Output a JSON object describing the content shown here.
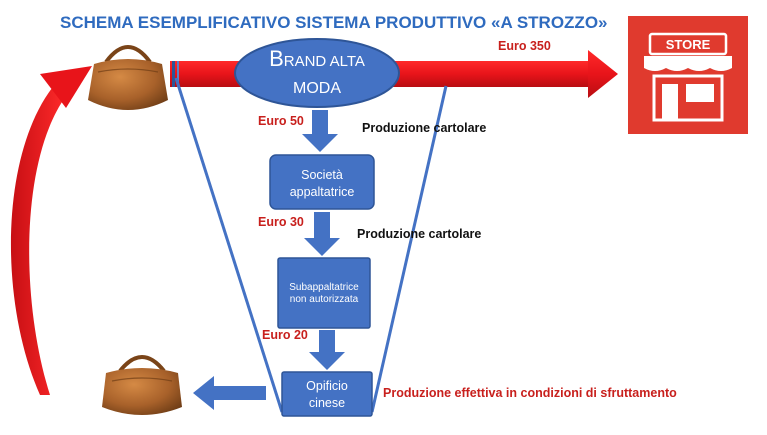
{
  "title": "SCHEMA ESEMPLIFICATIVO SISTEMA PRODUTTIVO «A STROZZO»",
  "brand": {
    "line1_initial": "B",
    "line1_rest": "RAND ALTA",
    "line2": "MODA"
  },
  "retail_price": "Euro 350",
  "store_label": "STORE",
  "levels": [
    {
      "name_lines": [
        "Società",
        "appaltatrice"
      ],
      "price": "Euro 50",
      "activity": "Produzione cartolare"
    },
    {
      "name_lines": [
        "Subappaltatrice",
        "non autorizzata"
      ],
      "price": "Euro 30",
      "activity": "Produzione cartolare"
    },
    {
      "name_lines": [
        "Opificio",
        "cinese"
      ],
      "price": "Euro 20",
      "activity": "Produzione effettiva in condizioni di sfruttamento"
    }
  ],
  "colors": {
    "title": "#2f6bbf",
    "box_fill": "#4472c4",
    "box_border": "#2e5597",
    "funnel_line": "#4472c4",
    "big_arrow": "#e8141a",
    "euro_text": "#c8201d",
    "store_bg": "#e03a2e",
    "bag": "#a8612a"
  },
  "icons": [
    "handbag-icon",
    "store-icon"
  ]
}
